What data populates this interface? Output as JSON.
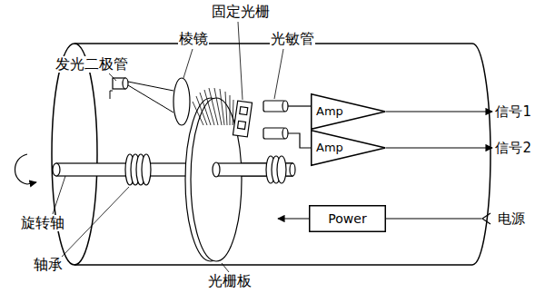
{
  "diagram": {
    "nodes": [
      {
        "text": [
          "Amp"
        ]
      },
      {
        "text": [
          "Amp"
        ]
      },
      {
        "text": [
          "Power"
        ]
      }
    ],
    "labels": [
      "发光二极管",
      "棱镜",
      "固定光栅",
      "光敏管",
      "信号1",
      "信号2",
      "电源",
      "旋转轴",
      "轴承",
      "光栅板"
    ]
  }
}
